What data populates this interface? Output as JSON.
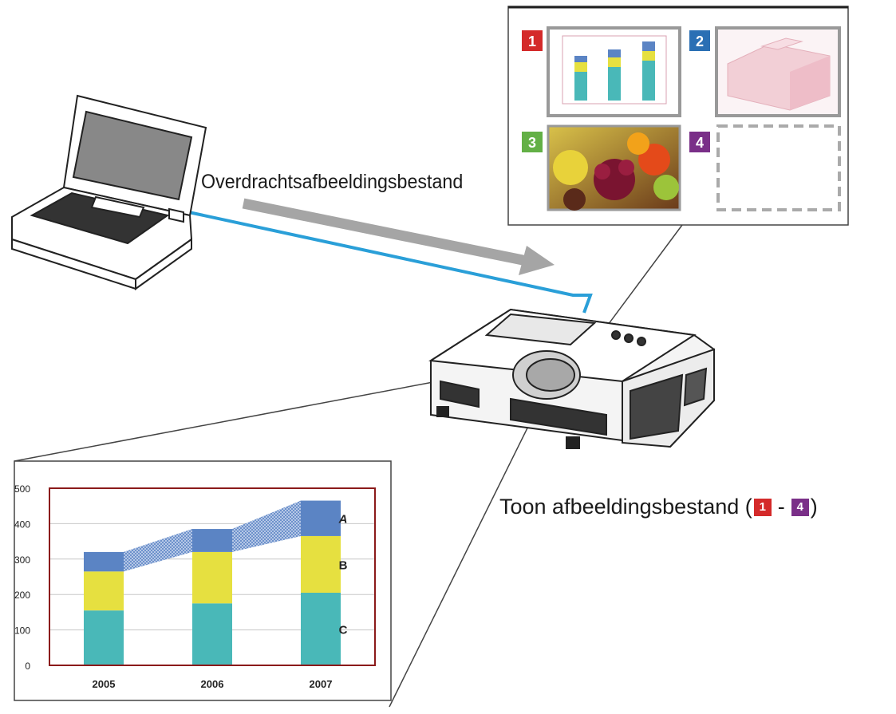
{
  "transfer_label": "Overdrachtsafbeeldingsbestand",
  "display_label": {
    "text": "Toon afbeeldingsbestand (",
    "from": "1",
    "separator": "-",
    "to": "4",
    "close": ")"
  },
  "slots": [
    {
      "number": "1",
      "color": "#d42a2a",
      "content": "chart"
    },
    {
      "number": "2",
      "color": "#2a6fb4",
      "content": "3d-drawing"
    },
    {
      "number": "3",
      "color": "#63b046",
      "content": "fruit-photo"
    },
    {
      "number": "4",
      "color": "#7a2f88",
      "content": "empty"
    }
  ],
  "colors": {
    "cable": "#2a9fd8",
    "arrow": "#a5a5a5",
    "frame": "#8b1a1a",
    "series_A": "#5b84c4",
    "series_B": "#e6e040",
    "series_C": "#49b8b8"
  },
  "chart_data": {
    "type": "bar",
    "categories": [
      "2005",
      "2006",
      "2007"
    ],
    "series": [
      {
        "name": "C",
        "values": [
          155,
          175,
          205
        ]
      },
      {
        "name": "B",
        "values": [
          110,
          145,
          160
        ]
      },
      {
        "name": "A",
        "values": [
          55,
          65,
          100
        ]
      }
    ],
    "yticks": [
      "0",
      "100",
      "200",
      "300",
      "400",
      "500"
    ],
    "ylim": [
      0,
      500
    ],
    "stacked": true,
    "grid": true
  }
}
